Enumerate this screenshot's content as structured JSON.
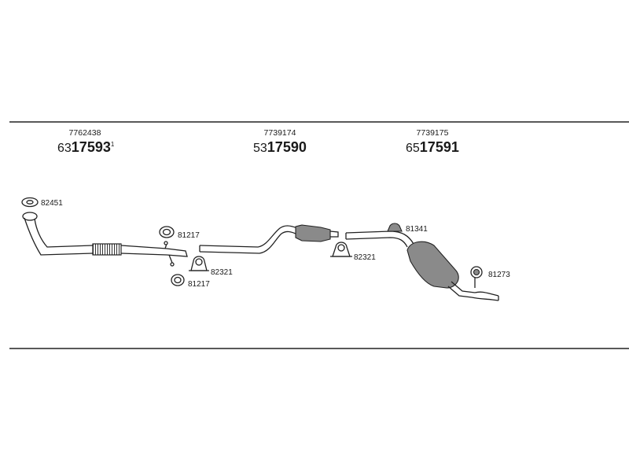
{
  "groups": [
    {
      "ref": "7762438",
      "code_prefix": "63",
      "code_main": "17593",
      "code_suffix": "1"
    },
    {
      "ref": "7739174",
      "code_prefix": "53",
      "code_main": "17590",
      "code_suffix": ""
    },
    {
      "ref": "7739175",
      "code_prefix": "65",
      "code_main": "17591",
      "code_suffix": ""
    }
  ],
  "parts": {
    "gasket_front": "82451",
    "rubber_ring_upper": "81217",
    "clamp_front": "82321",
    "rubber_ring_lower": "81217",
    "clamp_middle": "82321",
    "mount_rear": "81341",
    "mount_tail": "81273"
  }
}
